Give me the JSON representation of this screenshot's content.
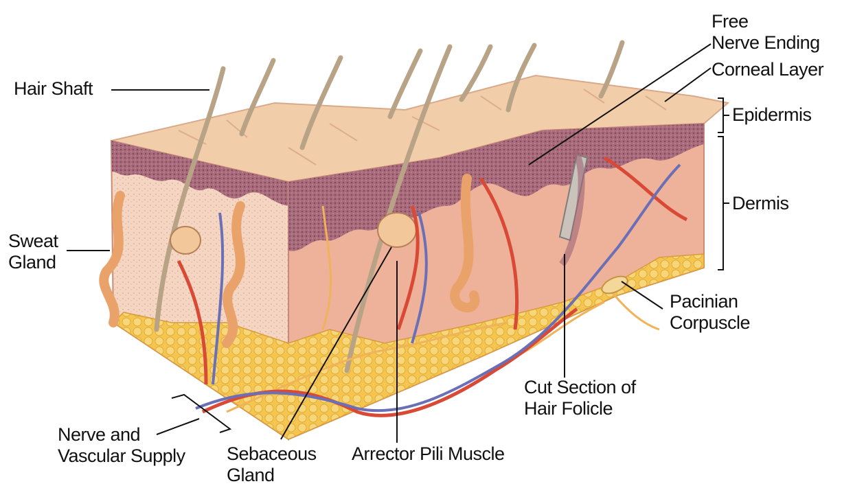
{
  "colors": {
    "epidermis": "#a5697b",
    "corneal": "#f3cfae",
    "dermis": "#efb39c",
    "fat": "#f3c356",
    "artery": "#d94a35",
    "vein": "#6a6fb6",
    "nerve": "#f2b45c",
    "hair": "#b9a58a",
    "gland": "#f1b17a"
  },
  "labels": {
    "hair_shaft": "Hair Shaft",
    "free_nerve": [
      "Free",
      "Nerve Ending"
    ],
    "corneal": "Corneal Layer",
    "epidermis": "Epidermis",
    "dermis": "Dermis",
    "sweat": [
      "Sweat",
      "Gland"
    ],
    "pacinian": [
      "Pacinian",
      "Corpuscle"
    ],
    "cut_section": [
      "Cut Section of",
      "Hair Folicle"
    ],
    "nerve_vascular": [
      "Nerve and",
      "Vascular Supply"
    ],
    "sebaceous": [
      "Sebaceous",
      "Gland"
    ],
    "arrector": "Arrector Pili Muscle"
  }
}
